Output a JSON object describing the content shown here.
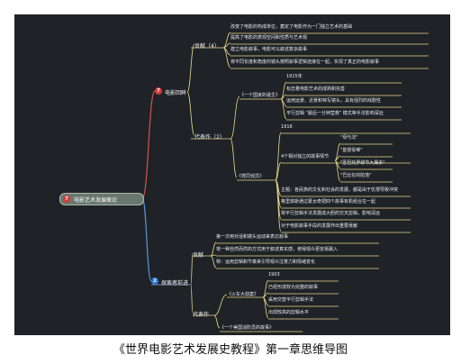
{
  "caption": "《世界电影艺术发展史教程》第一章思维导图",
  "root": {
    "label": "电影艺术发展概论",
    "badge": "7"
  },
  "branch_main": {
    "label": "电影回眸",
    "badge": "7"
  },
  "branch_second": {
    "label": "探索者前进",
    "badge": "2"
  },
  "group_contrib": {
    "label": "贡献（4）",
    "items": [
      "改变了电影的构成单位，奠定了电影作为一门独立艺术的基础",
      "提高了电影的表现空间和性质与艺术观",
      "建立电影叙事，电影可以叙述复杂故事",
      "将不同长度和角度的镜头按照叙事逻辑连接在一起，实现了真正的电影叙事"
    ]
  },
  "group_works": {
    "label": "代表作（2）"
  },
  "work_1": {
    "label": "《一个国家的诞生》",
    "items": [
      "1915年",
      "标志着电影艺术的成熟和完善",
      "运用远景、近景和特写镜头，具有强烈的戏剧性",
      "平行剪辑 \"最后一分钟营救\" 模式等手法影响深远"
    ]
  },
  "work_2": {
    "label": "《党同伐异》",
    "items": [
      "1916",
      "4个相对独立的故事情节",
      "主题：各民族的文化和社会的发展，都是由于仇恨导致冲突",
      "格里菲斯通过蒙太奇把四个故事有机组合在一起",
      "将平行剪辑手法发展成大胆的交叉剪辑，影响深远",
      "对于电影叙事手段的发展作出重要贡献"
    ],
    "subitems": [
      "\"母与法\"",
      "\"基督受难\"",
      "\"圣巴托罗缪节大屠杀\"",
      "\"巴比伦的陷落\""
    ]
  },
  "group_contrib2": {
    "label": "贡献",
    "items": [
      "第一次用对话和镜头运动来表达叙事",
      "将一种自然而然的方式用于叙述真实感，使得观众更容易融入",
      "称：运用剪辑和节奏来引导观众注意力和情绪变化"
    ]
  },
  "group_works2": {
    "label": "代表作"
  },
  "work_3": {
    "label": "《火车大劫案》",
    "items": [
      "1903",
      "已经形成较为完整的叙事",
      "采用交替平行剪辑手法",
      "出现较高的剪辑水平"
    ]
  },
  "work_4": {
    "label": "《一个美国消防员的故事》"
  }
}
